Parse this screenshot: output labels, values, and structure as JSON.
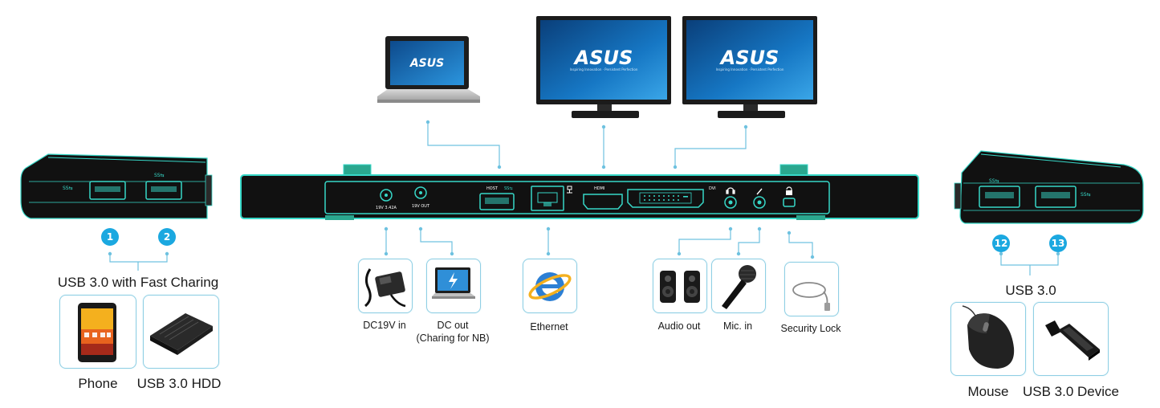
{
  "colors": {
    "accent": "#1ba8e0",
    "connector": "#6fc2e0",
    "dock_body": "#111111",
    "dock_outline": "#37d8c8",
    "screen": "#0f5fa8"
  },
  "brand": {
    "logo_text": "ASUS",
    "tagline": "Inspiring Innovation · Persistent Perfection"
  },
  "port_markings": {
    "dc_in": "19V 3.42A",
    "dc_out": "19V OUT",
    "host": "HOST",
    "hdmi": "HDMI",
    "dvi": "DVI",
    "usb_logo": "SS⇆"
  },
  "left_group": {
    "badges": [
      "1",
      "2"
    ],
    "title": "USB 3.0 with Fast Charing",
    "devices": [
      "Phone",
      "USB 3.0 HDD"
    ]
  },
  "right_group": {
    "badges": [
      "12",
      "13"
    ],
    "title": "USB 3.0",
    "devices": [
      "Mouse",
      "USB 3.0 Device"
    ]
  },
  "bottom_ports": [
    {
      "label": "DC19V in",
      "icon": "power-adapter-icon"
    },
    {
      "label": "DC out",
      "sub": "(Charing for NB)",
      "icon": "laptop-charging-icon"
    },
    {
      "label": "Ethernet",
      "icon": "ethernet-browser-icon"
    },
    {
      "label": "Audio out",
      "icon": "speakers-icon"
    },
    {
      "label": "Mic. in",
      "icon": "microphone-icon"
    },
    {
      "label": "Security Lock",
      "icon": "cable-lock-icon"
    }
  ]
}
